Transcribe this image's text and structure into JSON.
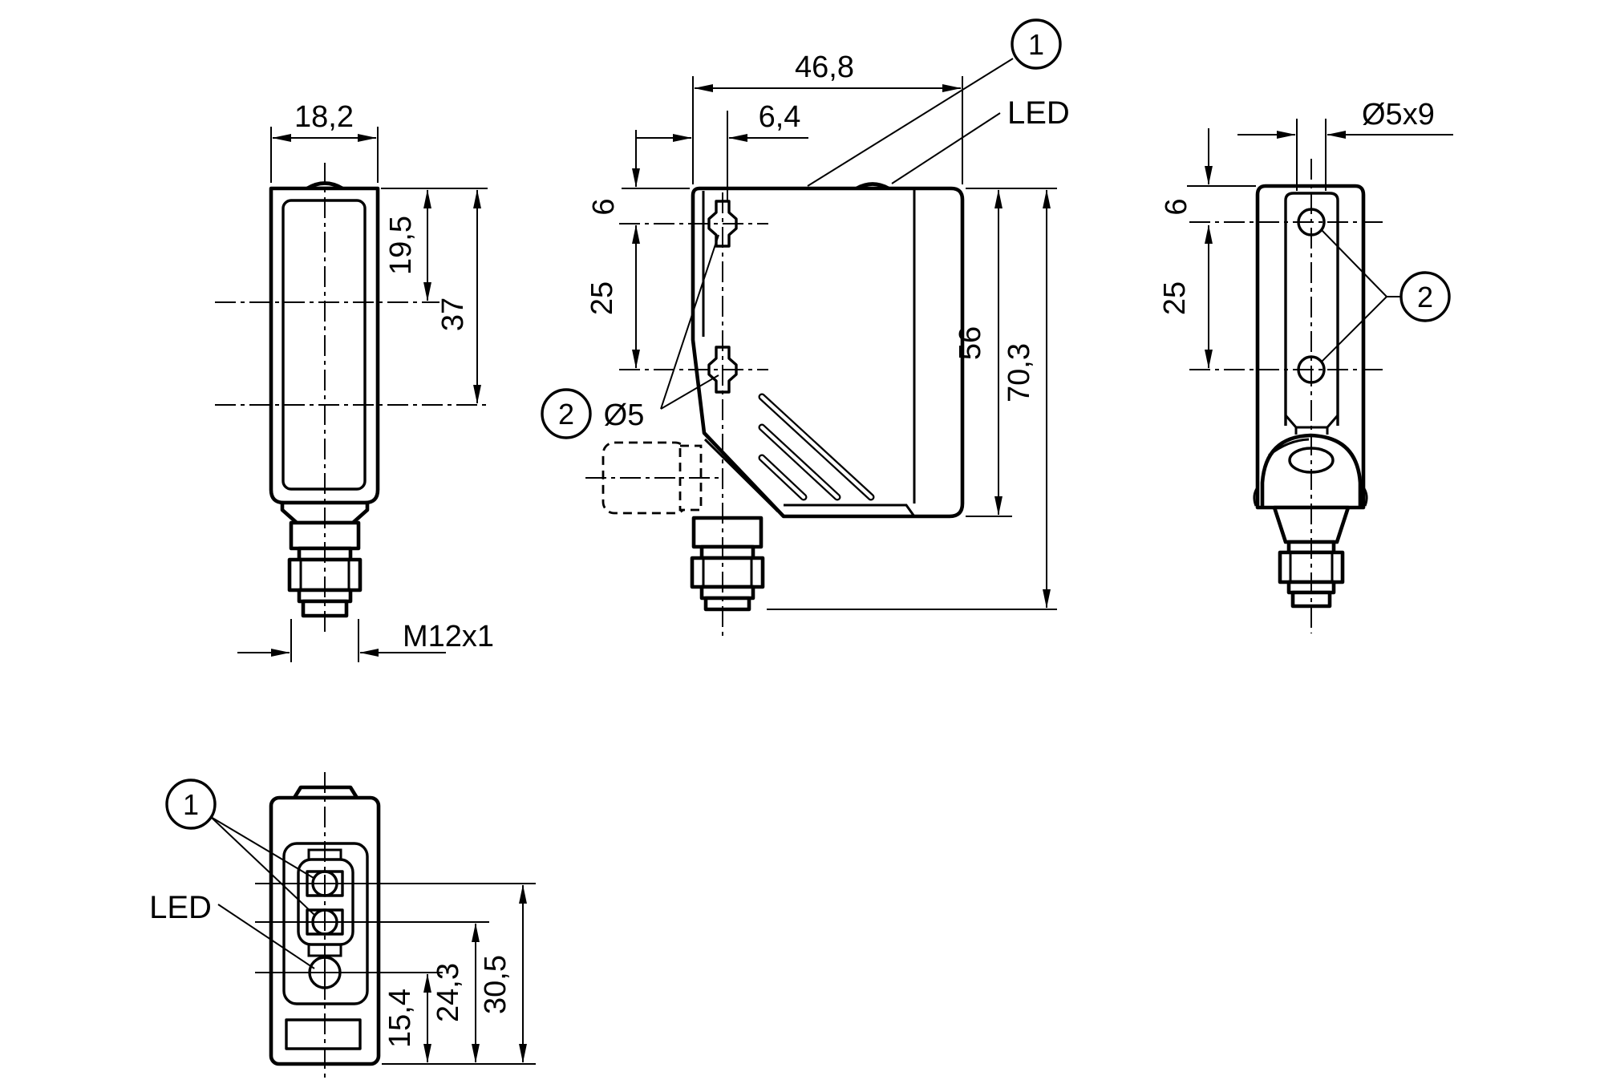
{
  "title": "sensor-dimension-drawing",
  "colors": {
    "line": "#000000",
    "background": "#ffffff"
  },
  "views": {
    "front": {
      "dims": {
        "width": "18,2",
        "window_top": "19,5",
        "window_mid": "37",
        "thread": "M12x1"
      }
    },
    "side": {
      "dims": {
        "depth": "46,8",
        "adjuster_offset": "6,4",
        "hole_top": "6",
        "hole_spacing": "25",
        "hole_dia": "Ø5",
        "body_height": "56",
        "total_height": "70,3"
      },
      "labels": {
        "led": "LED",
        "callout_adjuster": "1",
        "callout_holes": "2"
      }
    },
    "rear": {
      "dims": {
        "slot": "Ø5x9",
        "hole_top": "6",
        "hole_spacing": "25"
      },
      "labels": {
        "callout_holes": "2"
      }
    },
    "top": {
      "dims": {
        "led_from_bottom": "15,4",
        "adj2_from_bottom": "24,3",
        "adj1_from_bottom": "30,5"
      },
      "labels": {
        "led": "LED",
        "callout_adjuster": "1"
      }
    }
  }
}
